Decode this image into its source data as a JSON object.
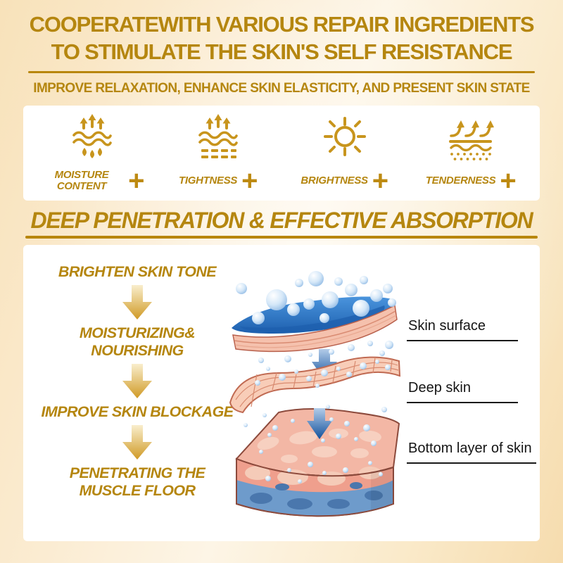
{
  "header": {
    "title_line1": "COOPERATEWITH VARIOUS REPAIR INGREDIENTS",
    "title_line2": "TO STIMULATE THE SKIN'S SELF RESISTANCE",
    "subtitle": "IMPROVE RELAXATION, ENHANCE SKIN ELASTICITY, AND PRESENT SKIN STATE"
  },
  "features": {
    "items": [
      {
        "label": "MOISTURE CONTENT",
        "plus": "+",
        "icon": "moisture-icon"
      },
      {
        "label": "TIGHTNESS",
        "plus": "+",
        "icon": "tightness-icon"
      },
      {
        "label": "BRIGHTNESS",
        "plus": "+",
        "icon": "brightness-icon"
      },
      {
        "label": "TENDERNESS",
        "plus": "+",
        "icon": "tenderness-icon"
      }
    ]
  },
  "section": {
    "heading": "DEEP PENETRATION & EFFECTIVE ABSORPTION"
  },
  "flow": {
    "steps": [
      {
        "line1": "BRIGHTEN SKIN TONE"
      },
      {
        "line1": "MOISTURIZING&",
        "line2": "NOURISHING"
      },
      {
        "line1": "IMPROVE SKIN BLOCKAGE"
      },
      {
        "line1": "PENETRATING THE",
        "line2": "MUSCLE FLOOR"
      }
    ]
  },
  "diagram": {
    "labels": [
      {
        "text": "Skin surface"
      },
      {
        "text": "Deep skin"
      },
      {
        "text": "Bottom layer of skin"
      }
    ]
  },
  "colors": {
    "gold_text": "#b5860f",
    "gold_line": "#b8860b",
    "icon_gold": "#c8951d",
    "panel_white": "#ffffff",
    "label_black": "#1a1a1a",
    "serum_blue": "#2e7bc8",
    "skin_pink": "#f5c1ad",
    "deep_layer_blue": "#6e9bcb",
    "arrow_blue": "#12519c",
    "background_cream": "#f9e4c0"
  }
}
